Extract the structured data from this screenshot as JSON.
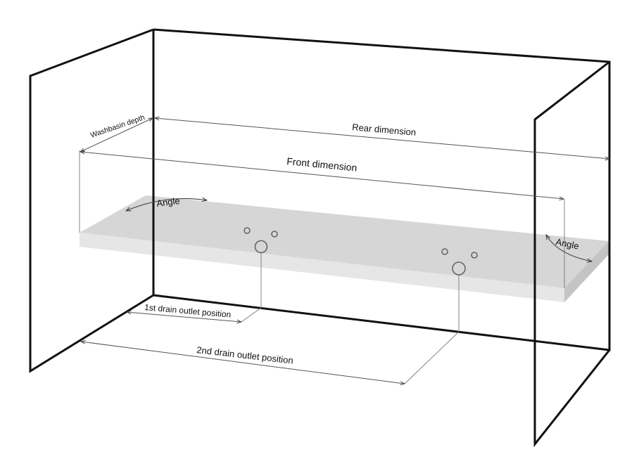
{
  "labels": {
    "washbasin_depth": "Washbasin depth",
    "rear_dimension": "Rear dimension",
    "front_dimension": "Front dimension",
    "angle_left": "Angle",
    "angle_right": "Angle",
    "first_drain": "1st drain outlet position",
    "second_drain": "2nd drain outlet position"
  },
  "colors": {
    "walls": "#111111",
    "countertop_top": "#d6d6d6",
    "countertop_front": "#e6e6e6",
    "countertop_side": "#c4c4c4",
    "dimension_lines": "#555555"
  }
}
